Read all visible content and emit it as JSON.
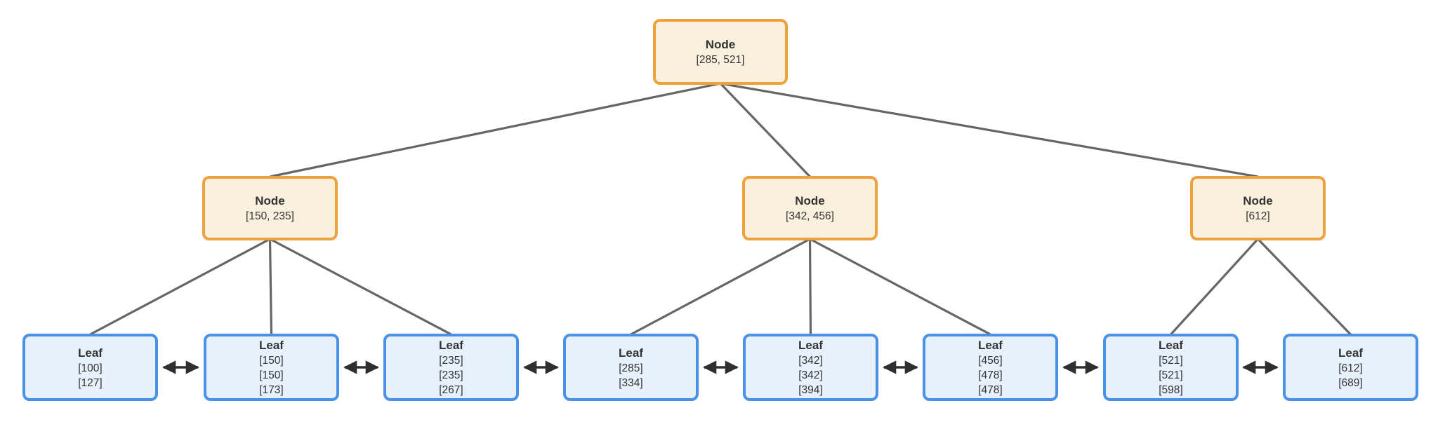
{
  "diagram": {
    "type": "b-plus-tree",
    "colors": {
      "internal_fill": "#faf0de",
      "internal_border": "#eda23d",
      "leaf_fill": "#e7f1fc",
      "leaf_border": "#4a91e8",
      "edge_stroke": "#666666",
      "leaf_link_stroke": "#2f2f2f",
      "text": "#333333"
    }
  },
  "tree": {
    "root": {
      "label": "Node",
      "keys": "[285, 521]"
    },
    "internal": [
      {
        "label": "Node",
        "keys": "[150, 235]"
      },
      {
        "label": "Node",
        "keys": "[342, 456]"
      },
      {
        "label": "Node",
        "keys": "[612]"
      }
    ],
    "leaves": [
      {
        "label": "Leaf",
        "keys": [
          "[100]",
          "[127]"
        ]
      },
      {
        "label": "Leaf",
        "keys": [
          "[150]",
          "[150]",
          "[173]"
        ]
      },
      {
        "label": "Leaf",
        "keys": [
          "[235]",
          "[235]",
          "[267]"
        ]
      },
      {
        "label": "Leaf",
        "keys": [
          "[285]",
          "[334]"
        ]
      },
      {
        "label": "Leaf",
        "keys": [
          "[342]",
          "[342]",
          "[394]"
        ]
      },
      {
        "label": "Leaf",
        "keys": [
          "[456]",
          "[478]",
          "[478]"
        ]
      },
      {
        "label": "Leaf",
        "keys": [
          "[521]",
          "[521]",
          "[598]"
        ]
      },
      {
        "label": "Leaf",
        "keys": [
          "[612]",
          "[689]"
        ]
      }
    ],
    "edges": {
      "root_to_internal": [
        0,
        1,
        2
      ],
      "internal_to_leaves": [
        [
          0,
          1,
          2
        ],
        [
          3,
          4,
          5
        ],
        [
          6,
          7
        ]
      ],
      "leaf_links": [
        [
          0,
          1
        ],
        [
          1,
          2
        ],
        [
          2,
          3
        ],
        [
          3,
          4
        ],
        [
          4,
          5
        ],
        [
          5,
          6
        ],
        [
          6,
          7
        ]
      ]
    }
  }
}
